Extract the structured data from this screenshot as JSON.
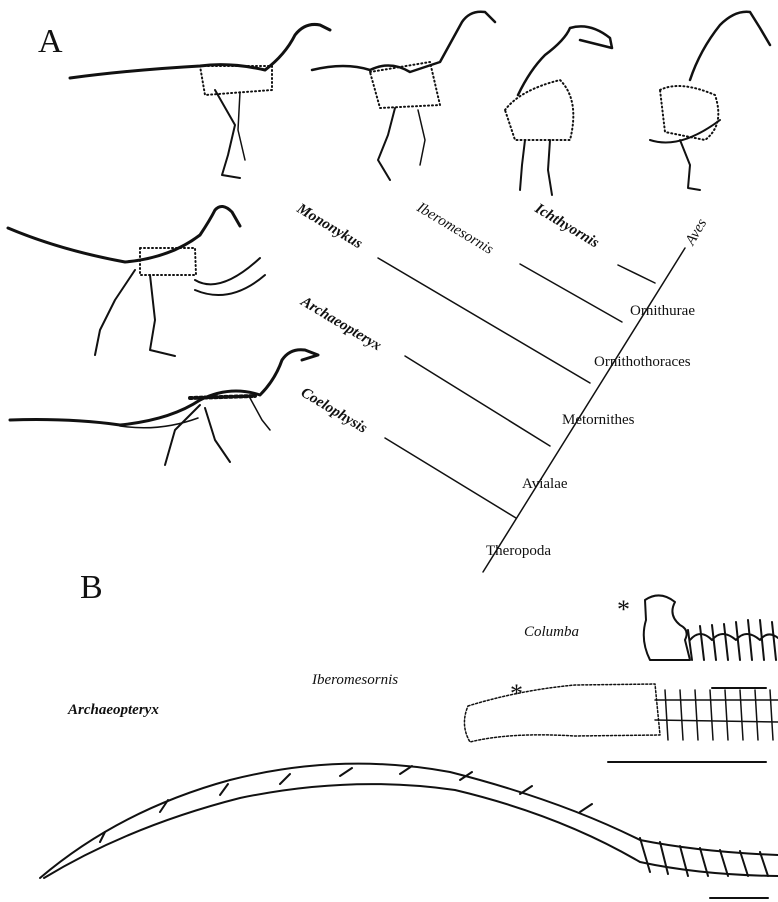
{
  "panel_a": {
    "letter": "A",
    "taxa": [
      "Coelophysis",
      "Archaeopteryx",
      "Mononykus",
      "Iberomesornis",
      "Ichthyornis",
      "Aves"
    ],
    "nodes": [
      "Theropoda",
      "Avialae",
      "Metornithes",
      "Ornithothoraces",
      "Ornithurae"
    ]
  },
  "panel_b": {
    "letter": "B",
    "columba": "Columba",
    "iberomesornis": "Iberomesornis",
    "archaeopteryx": "Archaeopteryx",
    "asterisk_1": "*",
    "asterisk_2": "*"
  }
}
